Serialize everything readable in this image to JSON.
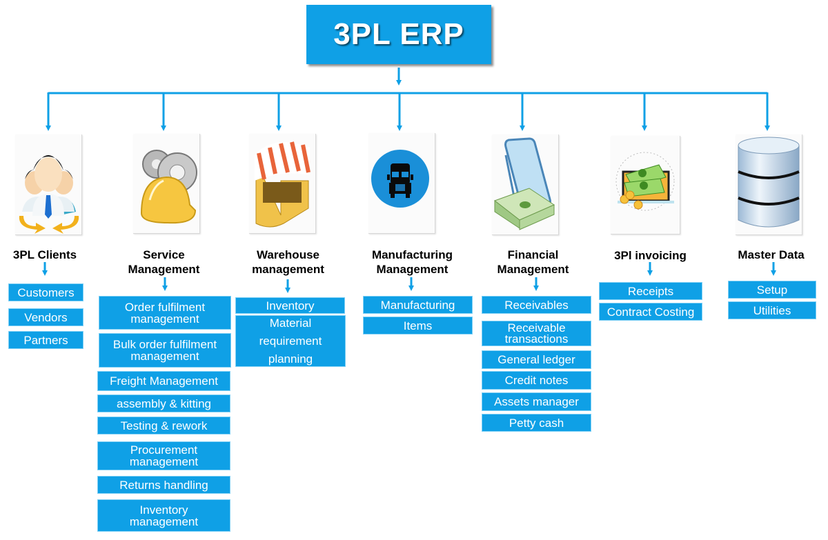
{
  "root": {
    "title": "3PL ERP"
  },
  "colors": {
    "accent": "#0fa0e6",
    "item_text": "#ffffff",
    "title_text": "#000000"
  },
  "columns": [
    {
      "id": "clients",
      "title": "3PL Clients",
      "icon": "people-icon",
      "items": [
        "Customers",
        "Vendors",
        "Partners"
      ]
    },
    {
      "id": "service",
      "title": "Service\nManagement",
      "icon": "gears-hardhat-icon",
      "items": [
        "Order fulfilment\nmanagement",
        "Bulk order fulfilment\nmanagement",
        "Freight Management",
        "assembly & kitting",
        "Testing & rework",
        "Procurement\nmanagement",
        "Returns handling",
        "Inventory\nmanagement"
      ]
    },
    {
      "id": "warehouse",
      "title": "Warehouse\nmanagement",
      "icon": "market-stall-icon",
      "items": [
        "Inventory",
        "Material\nrequirement\nplanning"
      ]
    },
    {
      "id": "manufacturing",
      "title": "Manufacturing\nManagement",
      "icon": "truck-icon",
      "items": [
        "Manufacturing",
        "Items"
      ]
    },
    {
      "id": "financial",
      "title": "Financial\nManagement",
      "icon": "money-stack-icon",
      "items": [
        "Receivables",
        "Receivable\ntransactions",
        "General ledger",
        "Credit notes",
        "Assets manager",
        "Petty cash"
      ]
    },
    {
      "id": "invoicing",
      "title": "3Pl invoicing",
      "icon": "laptop-cash-icon",
      "items": [
        "Receipts",
        "Contract Costing"
      ]
    },
    {
      "id": "master",
      "title": "Master Data",
      "icon": "database-icon",
      "items": [
        "Setup",
        "Utilities"
      ]
    }
  ]
}
